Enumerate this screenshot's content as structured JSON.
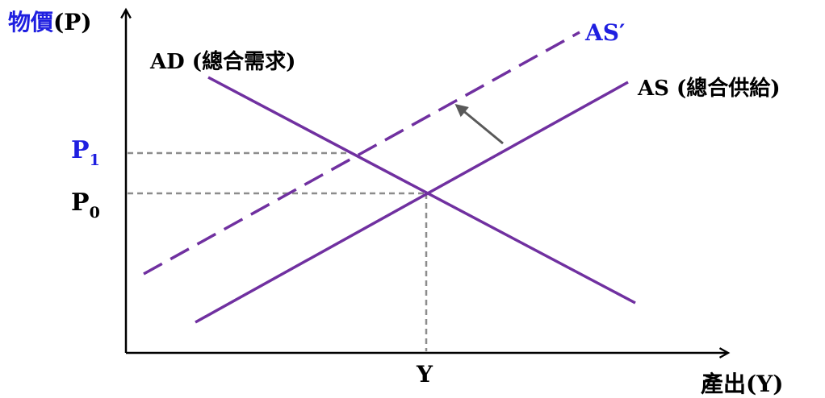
{
  "diagram": {
    "y_axis_label": {
      "cjk": "物價",
      "suffix": "(P)"
    },
    "x_axis_label": "產出(Y)",
    "x_tick_label": "Y",
    "price_labels": {
      "p0": {
        "main": "P",
        "sub": "0"
      },
      "p1": {
        "main": "P",
        "sub": "1"
      }
    },
    "curves": {
      "ad": "AD (總合需求)",
      "as": "AS (總合供給)",
      "as_shifted": "AS′"
    },
    "colors": {
      "curve": "#7030a0",
      "highlight_text": "#1f1fe0",
      "axis": "#000000",
      "guide": "#8c8c8c",
      "arrow": "#595959"
    }
  }
}
